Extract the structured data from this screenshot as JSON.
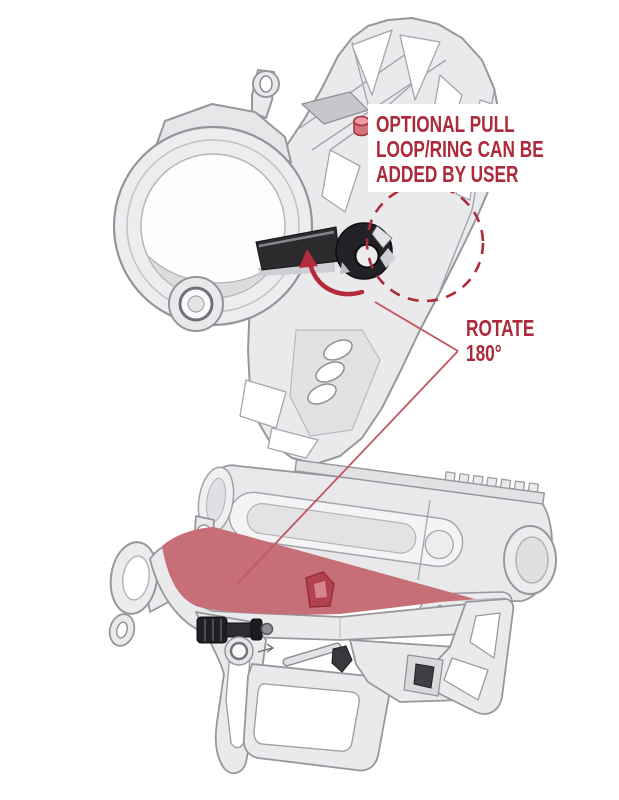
{
  "annotations": {
    "note": {
      "lines": [
        "OPTIONAL PULL",
        "LOOP/RING CAN BE",
        "ADDED BY USER"
      ]
    },
    "rotate": {
      "lines": [
        "ROTATE",
        "180°"
      ]
    }
  },
  "colors": {
    "annotation_red": "#ad2a3a",
    "leader_line_red": "#c2565f",
    "rotation_arrow_red": "#b52a3a",
    "highlight_region_red": "#c76f76",
    "highlight_lug_red": "#b2434e",
    "pin_tip_red": "#d5737c",
    "line_art_stroke_gray": "#97979d",
    "line_art_fill_gray": "#eaeaec",
    "pin_black": "#2b2b2e",
    "background": "#ffffff"
  }
}
